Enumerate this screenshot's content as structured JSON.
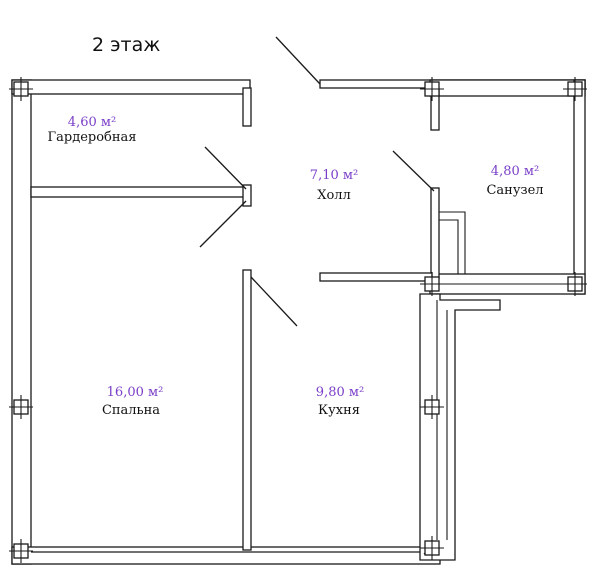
{
  "floor_title": "2 этаж",
  "area_color": "#7b3fc8",
  "rooms": [
    {
      "id": "wardrobe",
      "area": "4,60 м²",
      "name": "Гардеробная"
    },
    {
      "id": "hall",
      "area": "7,10 м²",
      "name": "Холл"
    },
    {
      "id": "bathroom",
      "area": "4,80 м²",
      "name": "Санузел"
    },
    {
      "id": "bedroom",
      "area": "16,00 м²",
      "name": "Спальна"
    },
    {
      "id": "kitchen",
      "area": "9,80 м²",
      "name": "Кухня"
    }
  ]
}
